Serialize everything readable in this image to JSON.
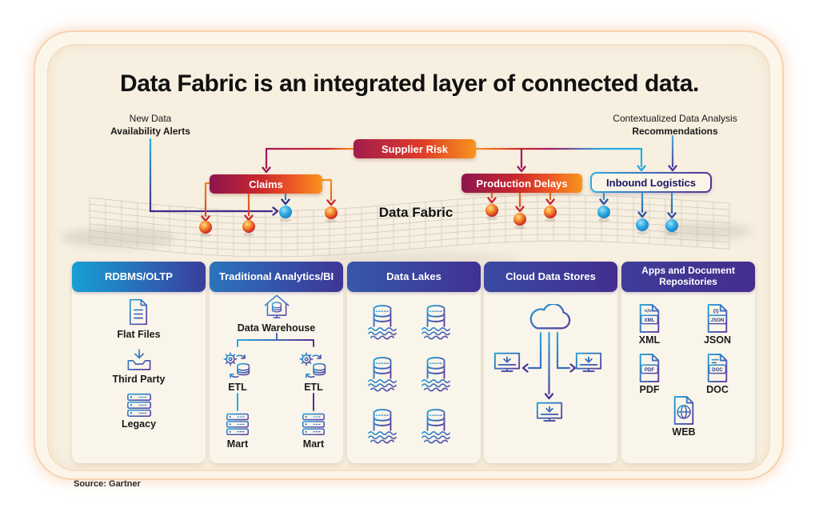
{
  "title": "Data Fabric is an integrated layer of connected data.",
  "source_note": "Source: Gartner",
  "annotations": {
    "new_data": {
      "line1": "New Data",
      "line2": "Availability Alerts"
    },
    "recommendations": {
      "line1": "Contextualized Data Analysis",
      "line2": "Recommendations"
    }
  },
  "fabric": {
    "label": "Data Fabric"
  },
  "flow_nodes": {
    "supplier_risk": "Supplier Risk",
    "claims": "Claims",
    "production_delays": "Production Delays",
    "inbound_logistics": "Inbound Logistics"
  },
  "columns": [
    {
      "header": "RDBMS/OLTP",
      "items": [
        {
          "label": "Flat Files",
          "icon": "flat-file-document-icon"
        },
        {
          "label": "Third Party",
          "icon": "inbox-download-icon"
        },
        {
          "label": "Legacy",
          "icon": "server-stack-icon"
        }
      ]
    },
    {
      "header": "Traditional Analytics/BI",
      "items": [
        {
          "label": "Data Warehouse",
          "icon": "warehouse-database-icon"
        },
        {
          "label": "ETL",
          "icon": "gear-database-sync-icon"
        },
        {
          "label": "ETL",
          "icon": "gear-database-sync-icon"
        },
        {
          "label": "Mart",
          "icon": "server-stack-icon"
        },
        {
          "label": "Mart",
          "icon": "server-stack-icon"
        }
      ]
    },
    {
      "header": "Data Lakes",
      "items": [],
      "icon": "database-waves-icon",
      "icon_count": 6
    },
    {
      "header": "Cloud Data Stores",
      "items": [],
      "icons": [
        "cloud-icon",
        "monitor-download-icon",
        "monitor-download-icon",
        "monitor-download-icon"
      ]
    },
    {
      "header": "Apps and Document Repositories",
      "glyphs": {
        "xml": "</>",
        "json": "{i}"
      },
      "items": [
        {
          "label": "XML",
          "icon": "xml-file-icon"
        },
        {
          "label": "JSON",
          "icon": "json-file-icon"
        },
        {
          "label": "PDF",
          "icon": "pdf-file-icon"
        },
        {
          "label": "DOC",
          "icon": "doc-file-icon"
        },
        {
          "label": "WEB",
          "icon": "web-file-icon"
        }
      ]
    }
  ],
  "dots": {
    "red_count": 6,
    "blue_count": 4
  },
  "colors": {
    "accent_orange": "#F7941D",
    "accent_red": "#C9272D",
    "accent_maroon": "#A3195B",
    "accent_cyan": "#29ABE2",
    "accent_indigo": "#432C8F",
    "header_gradient_start": "#17A0D4",
    "header_gradient_end": "#452D8C",
    "panel_cream": "#F7EFE0",
    "border_peach": "#F6CFA4",
    "background_white": "#FFFFFF"
  }
}
